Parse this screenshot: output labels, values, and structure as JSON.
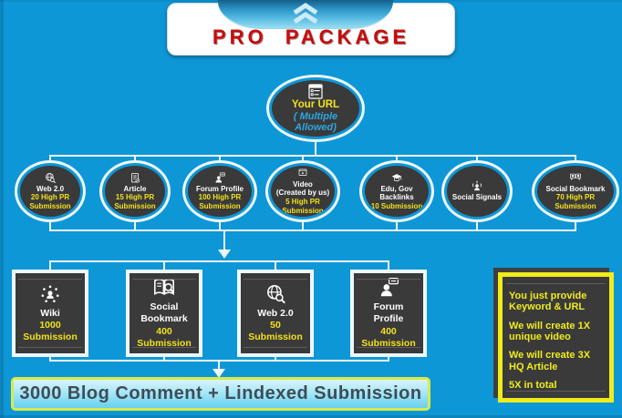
{
  "header": {
    "title": "PRO PACKAGE"
  },
  "root": {
    "icon": "url-window-icon",
    "title": "Your URL",
    "subtitle": "( Multiple Allowed)"
  },
  "level1_nodes": [
    {
      "icon": "globe-search-icon",
      "label": "Web 2.0",
      "sub": "",
      "value": "20 High PR Submission"
    },
    {
      "icon": "article-icon",
      "label": "Article",
      "sub": "",
      "value": "15 High PR Submission"
    },
    {
      "icon": "forum-profile-icon",
      "label": "Forum Profile",
      "sub": "",
      "value": "100 High PR Submission"
    },
    {
      "icon": "video-icon",
      "label": "Video",
      "sub": "(Created by us)",
      "value": "5 High PR Submission"
    },
    {
      "icon": "edu-gov-icon",
      "label": "Edu, Gov Backlinks",
      "sub": "",
      "value": "10 Submission"
    },
    {
      "icon": "social-signals-icon",
      "label": "Social Signals",
      "sub": "",
      "value": ""
    },
    {
      "icon": "social-bookmark-icon",
      "label": "Social Bookmark",
      "sub": "",
      "value": "70 High PR Submission"
    }
  ],
  "level2_nodes": [
    {
      "icon": "wiki-community-icon",
      "label": "Wiki",
      "value": "1000 Submission"
    },
    {
      "icon": "book-search-icon",
      "label": "Social Bookmark",
      "value": "400 Submission"
    },
    {
      "icon": "globe-search-icon",
      "label": "Web 2.0",
      "value": "50 Submission"
    },
    {
      "icon": "forum-profile-icon",
      "label": "Forum Profile",
      "value": "400 Submission"
    }
  ],
  "info_box": {
    "lines": [
      "You just provide Keyword & URL",
      "We will create 1X unique video",
      "We will create 3X HQ Article",
      "5X in total"
    ]
  },
  "banner": {
    "text": "3000 Blog Comment + Lindexed Submission"
  },
  "colors": {
    "background_blue": "#0e97d6",
    "node_dark": "#3a3a3a",
    "accent_yellow": "#f3e11c",
    "title_red": "#c60d0d",
    "connector_white": "#eef8fc",
    "banner_border_green": "#d9ea4a",
    "info_border_yellow": "#f0ec1c",
    "root_subtitle_blue": "#2da7e2"
  }
}
